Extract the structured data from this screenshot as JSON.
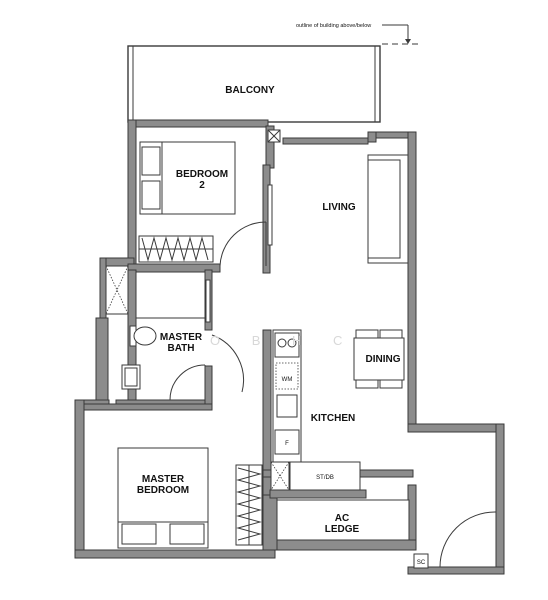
{
  "annotation": "outline of building above/below",
  "watermark": "O B H C",
  "rooms": {
    "balcony": "BALCONY",
    "bedroom2": [
      "BEDROOM",
      "2"
    ],
    "living": "LIVING",
    "master_bath": [
      "MASTER",
      "BATH"
    ],
    "dining": "DINING",
    "kitchen": "KITCHEN",
    "master_bedroom": [
      "MASTER",
      "BEDROOM"
    ],
    "ac_ledge": [
      "AC",
      "LEDGE"
    ]
  },
  "fixtures": {
    "washing_machine": "WM",
    "fridge": "F",
    "store_db": "ST/DB",
    "service_cabinet": "SC"
  }
}
